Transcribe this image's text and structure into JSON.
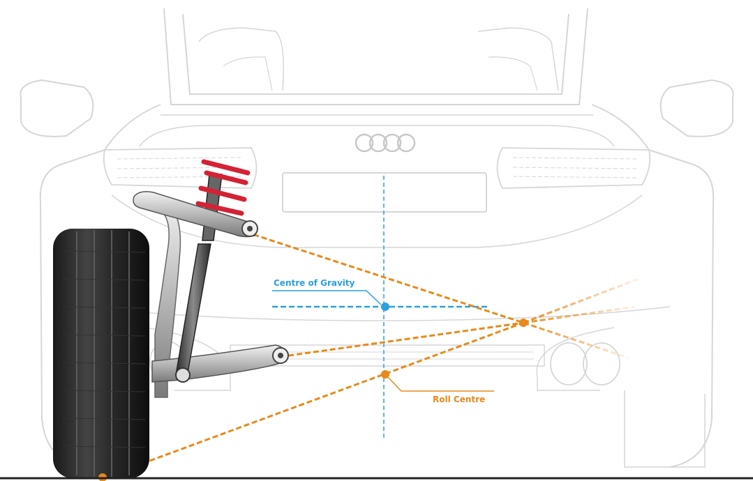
{
  "labels": {
    "centre_of_gravity": "Centre of Gravity",
    "roll_centre": "Roll Centre"
  },
  "colors": {
    "cog": "#2a9fe0",
    "roll": "#e8891a",
    "car_outline": "#d8d8d8",
    "spring": "#d42234",
    "ground": "#222222"
  },
  "icons": {
    "brand": "four-rings-logo"
  }
}
